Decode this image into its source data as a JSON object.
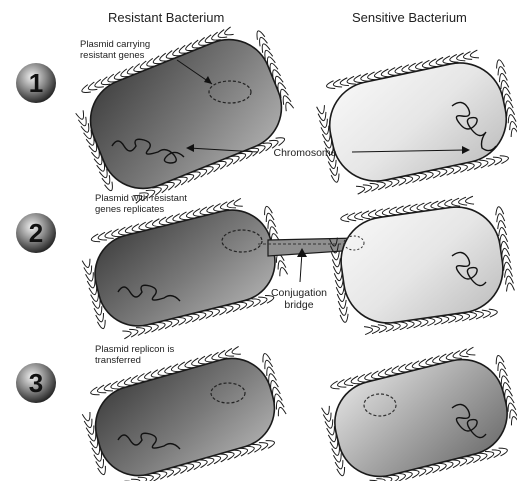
{
  "headers": {
    "resistant": "Resistant Bacterium",
    "sensitive": "Sensitive Bacterium"
  },
  "steps": [
    {
      "number": "1",
      "note_line1": "Plasmid carrying",
      "note_line2": "resistant genes"
    },
    {
      "number": "2",
      "note_line1": "Plasmid with resistant",
      "note_line2": "genes replicates"
    },
    {
      "number": "3",
      "note_line1": "Plasmid replicon is",
      "note_line2": "transferred"
    }
  ],
  "labels": {
    "chromosome": "Chromosome",
    "bridge_line1": "Conjugation",
    "bridge_line2": "bridge"
  },
  "colors": {
    "resistant_dark": "#3d3d3d",
    "resistant_light": "#a9a9a9",
    "sensitive_light": "#f6f6f6",
    "sensitive_dark": "#c4c4c4",
    "outline": "#1a1a1a"
  }
}
